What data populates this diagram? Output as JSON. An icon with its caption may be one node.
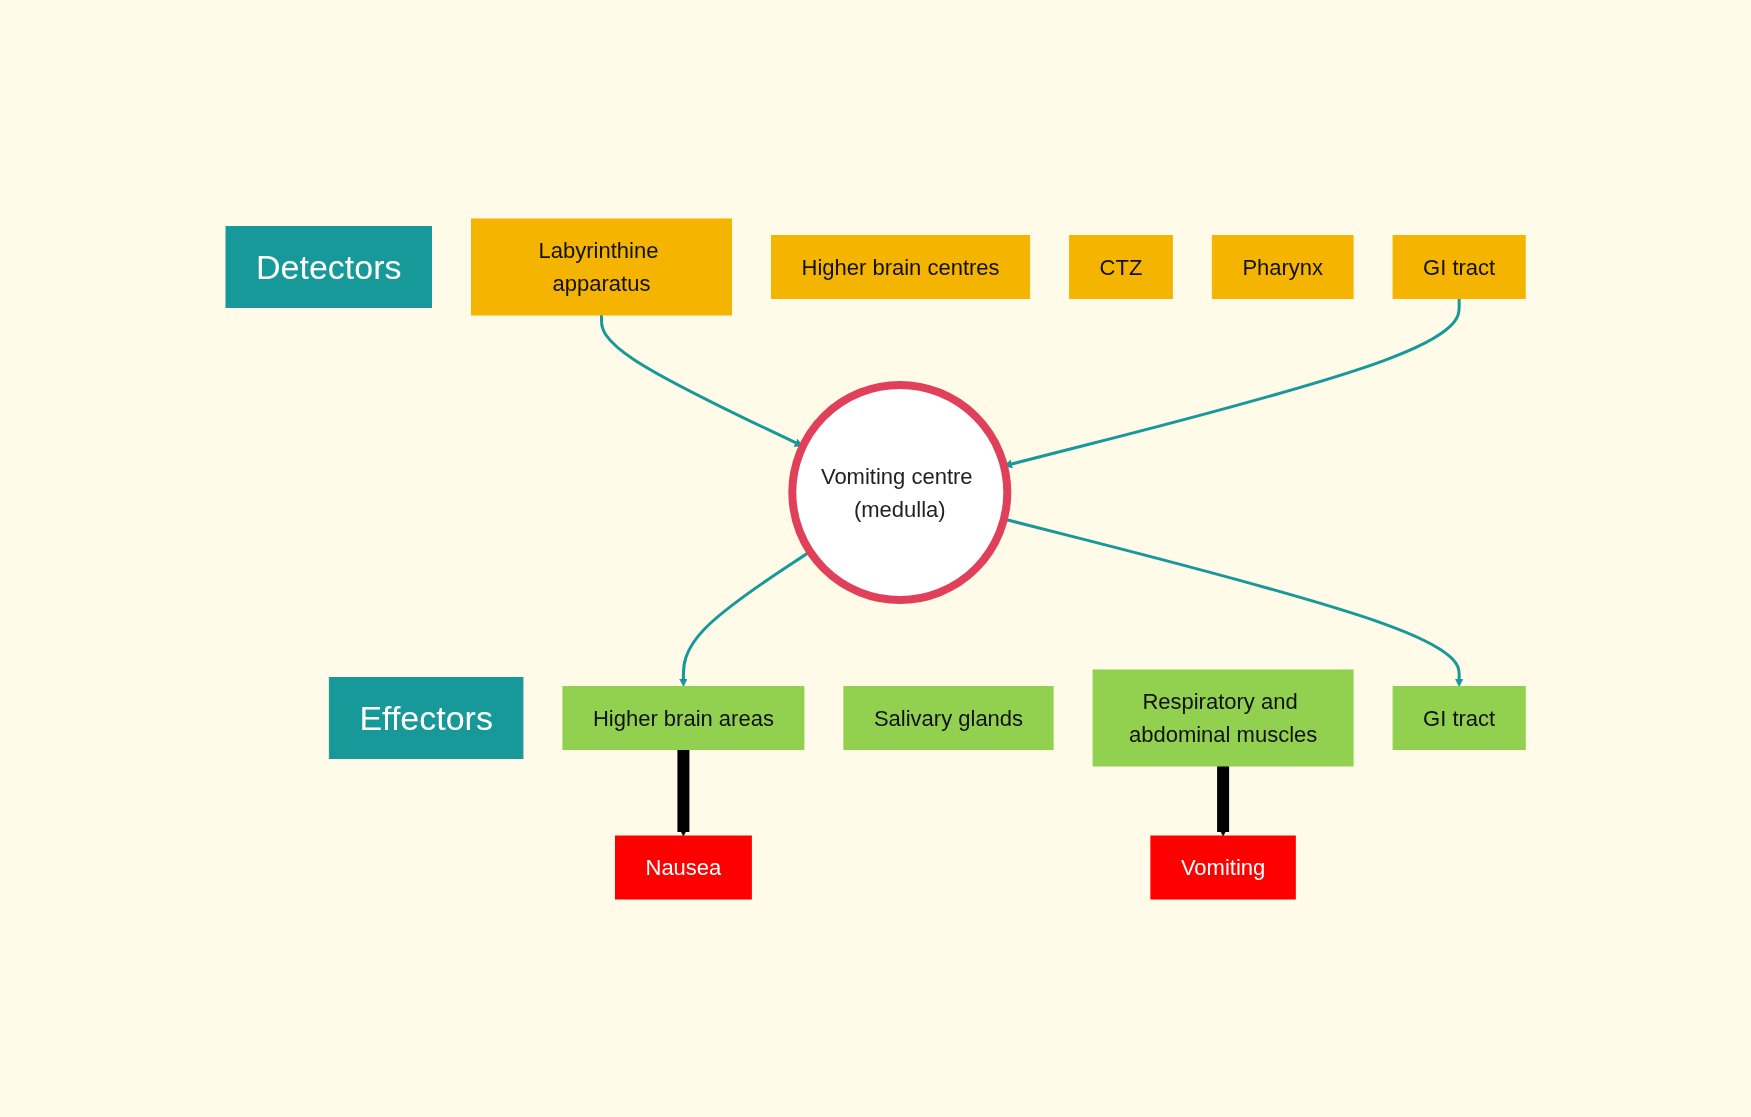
{
  "diagram": {
    "nodes": [
      {
        "text": [
          "Detectors"
        ]
      },
      {
        "text": [
          "Labyrinthine apparatus"
        ]
      },
      {
        "text": [
          "Higher brain centres"
        ]
      },
      {
        "text": [
          "CTZ"
        ]
      },
      {
        "text": [
          "Pharynx"
        ]
      },
      {
        "text": [
          "GI tract"
        ]
      },
      {
        "text": [
          "Vomiting centre (medulla)"
        ]
      },
      {
        "text": [
          "Effectors"
        ]
      },
      {
        "text": [
          "Higher brain areas"
        ]
      },
      {
        "text": [
          "Salivary glands"
        ]
      },
      {
        "text": [
          "Respiratory and abdominal muscles"
        ]
      },
      {
        "text": [
          "GI tract"
        ]
      },
      {
        "text": [
          "Nausea"
        ]
      },
      {
        "text": [
          "Vomiting"
        ]
      }
    ],
    "edges": [
      {
        "from": 1,
        "to": 6,
        "arrow": "to"
      },
      {
        "from": 5,
        "to": 6,
        "arrow": "to"
      },
      {
        "from": 6,
        "to": 8,
        "arrow": "to"
      },
      {
        "from": 6,
        "to": 11,
        "arrow": "to"
      },
      {
        "from": 8,
        "to": 12,
        "arrow": "to",
        "style": "thick",
        "color": "#000000"
      },
      {
        "from": 10,
        "to": 13,
        "arrow": "to",
        "style": "thick",
        "color": "#000000"
      }
    ]
  }
}
